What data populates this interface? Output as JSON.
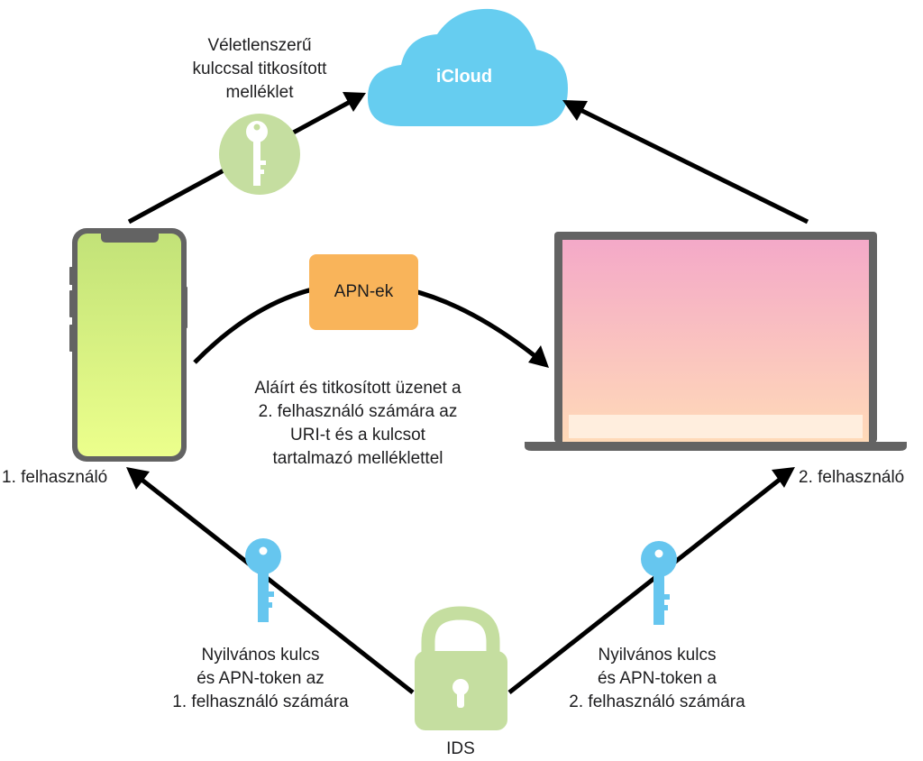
{
  "cloud": {
    "label": "iCloud"
  },
  "attachment_note": {
    "lines": [
      "Véletlenszerű",
      "kulccsal titkosított",
      "melléklet"
    ]
  },
  "apn_box": {
    "label": "APN-ek"
  },
  "message_note": {
    "lines": [
      "Aláírt és titkosított üzenet a",
      "2. felhasználó számára az",
      "URI-t és a kulcsot",
      "tartalmazó melléklettel"
    ]
  },
  "user1": {
    "label": "1. felhasználó"
  },
  "user2": {
    "label": "2. felhasználó"
  },
  "pubkey_user1": {
    "lines": [
      "Nyilvános kulcs",
      "és APN-token az",
      "1. felhasználó számára"
    ]
  },
  "pubkey_user2": {
    "lines": [
      "Nyilvános kulcs",
      "és APN-token a",
      "2. felhasználó számára"
    ]
  },
  "ids": {
    "label": "IDS"
  },
  "colors": {
    "cloud": "#66cdf0",
    "green_key_badge": "#c5dea0",
    "lock": "#c5dea0",
    "blue_key": "#66c6ef",
    "apn_box": "#f9b45a",
    "device_frame": "#636363",
    "phone_screen_top": "#c2e278",
    "phone_screen_bottom": "#ecff8c",
    "laptop_screen_top": "#f4a9c8",
    "laptop_screen_bottom": "#ffdab8",
    "arrows": "#000000"
  },
  "icons": [
    "cloud-icon",
    "key-icon",
    "phone-icon",
    "laptop-icon",
    "lock-icon"
  ]
}
